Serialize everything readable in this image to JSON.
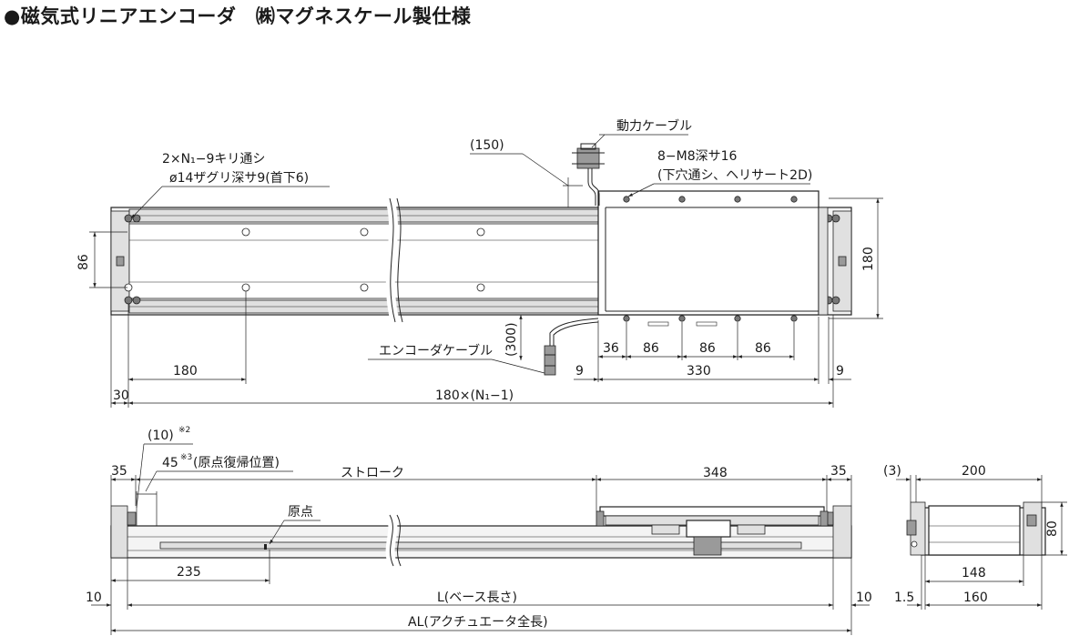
{
  "title": "●磁気式リニアエンコーダ　㈱マグネスケール製仕様",
  "top_view": {
    "labels": {
      "tap_note_1": "2×N₁−9キリ通シ",
      "tap_note_2": "ø14ザグリ深サ9(首下6)",
      "power_cable": "動力ケーブル",
      "carriage_tap_1": "8−M8深サ16",
      "carriage_tap_2": "(下穴通シ、ヘリサート2D)",
      "encoder_cable": "エンコーダケーブル"
    },
    "dims": {
      "d150": "(150)",
      "d86_left": "86",
      "d180_right": "180",
      "d300": "(300)",
      "d36": "36",
      "d86_a": "86",
      "d86_b": "86",
      "d86_c": "86",
      "d9_left": "9",
      "d330": "330",
      "d9_right": "9",
      "d180_bottom": "180",
      "d30": "30",
      "pitch": "180×(N₁−1)"
    }
  },
  "side_view": {
    "labels": {
      "origin": "原点"
    },
    "dims": {
      "d10_note": "(10)",
      "note2": "※2",
      "d45": "45",
      "note3": "※3",
      "origin_return": "(原点復帰位置)",
      "d35_left": "35",
      "stroke": "ストローク",
      "d348": "348",
      "d35_right": "35",
      "d235": "235",
      "d10_left": "10",
      "base_length": "L(ベース長さ)",
      "d10_right": "10",
      "actuator_length": "AL(アクチュエータ全長)"
    }
  },
  "end_view": {
    "dims": {
      "d3": "(3)",
      "d200": "200",
      "d80": "80",
      "d148": "148",
      "d1_5": "1.5",
      "d160": "160"
    }
  }
}
